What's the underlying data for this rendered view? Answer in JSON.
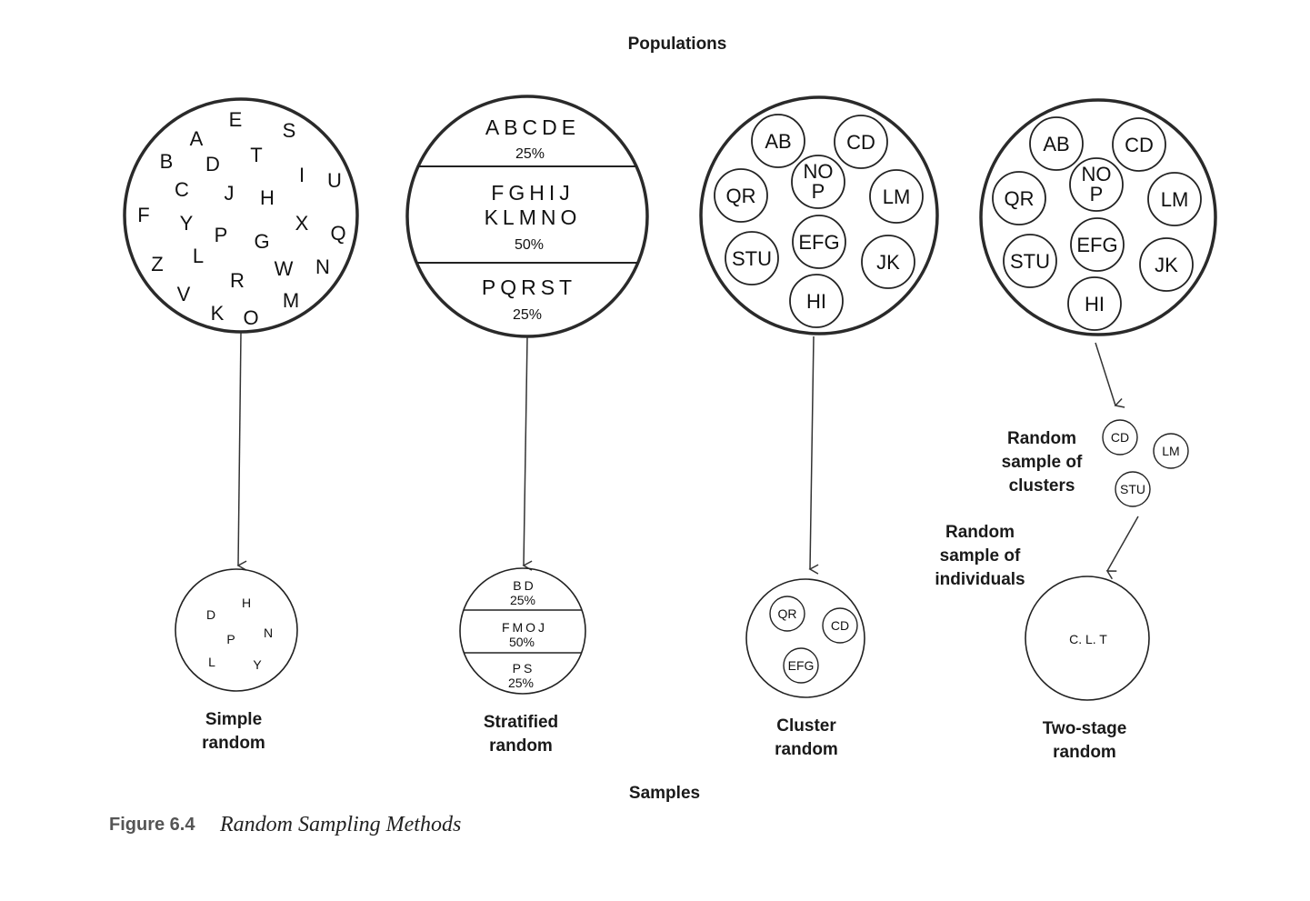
{
  "header": {
    "populations": "Populations",
    "samples": "Samples"
  },
  "caption": {
    "figure_number": "Figure 6.4",
    "title": "Random Sampling Methods"
  },
  "simple": {
    "population_letters": [
      "E",
      "A",
      "S",
      "B",
      "D",
      "T",
      "I",
      "U",
      "C",
      "J",
      "H",
      "F",
      "Y",
      "X",
      "Q",
      "P",
      "G",
      "Z",
      "L",
      "W",
      "N",
      "R",
      "V",
      "M",
      "K",
      "O"
    ],
    "sample_letters": [
      "D",
      "H",
      "P",
      "N",
      "L",
      "Y"
    ],
    "label_line1": "Simple",
    "label_line2": "random"
  },
  "stratified": {
    "population_strata": [
      {
        "lines": [
          "ABCDE"
        ],
        "percent": "25%"
      },
      {
        "lines": [
          "FGHIJ",
          "KLMNO"
        ],
        "percent": "50%"
      },
      {
        "lines": [
          "PQRST"
        ],
        "percent": "25%"
      }
    ],
    "sample_strata": [
      {
        "letters": "BD",
        "percent": "25%"
      },
      {
        "letters": "FMOJ",
        "percent": "50%"
      },
      {
        "letters": "PS",
        "percent": "25%"
      }
    ],
    "label_line1": "Stratified",
    "label_line2": "random"
  },
  "cluster": {
    "population_clusters": [
      "AB",
      "CD",
      "QR",
      "NO P",
      "LM",
      "EFG",
      "STU",
      "JK",
      "HI"
    ],
    "sample_clusters": [
      "QR",
      "CD",
      "EFG"
    ],
    "label_line1": "Cluster",
    "label_line2": "random"
  },
  "two_stage": {
    "population_clusters": [
      "AB",
      "CD",
      "QR",
      "NO P",
      "LM",
      "EFG",
      "STU",
      "JK",
      "HI"
    ],
    "stage1_label": [
      "Random",
      "sample of",
      "clusters"
    ],
    "stage1_clusters": [
      "CD",
      "LM",
      "STU"
    ],
    "stage2_label": [
      "Random",
      "sample of",
      "individuals"
    ],
    "sample_individuals": "C. L. T",
    "label_line1": "Two-stage",
    "label_line2": "random"
  }
}
